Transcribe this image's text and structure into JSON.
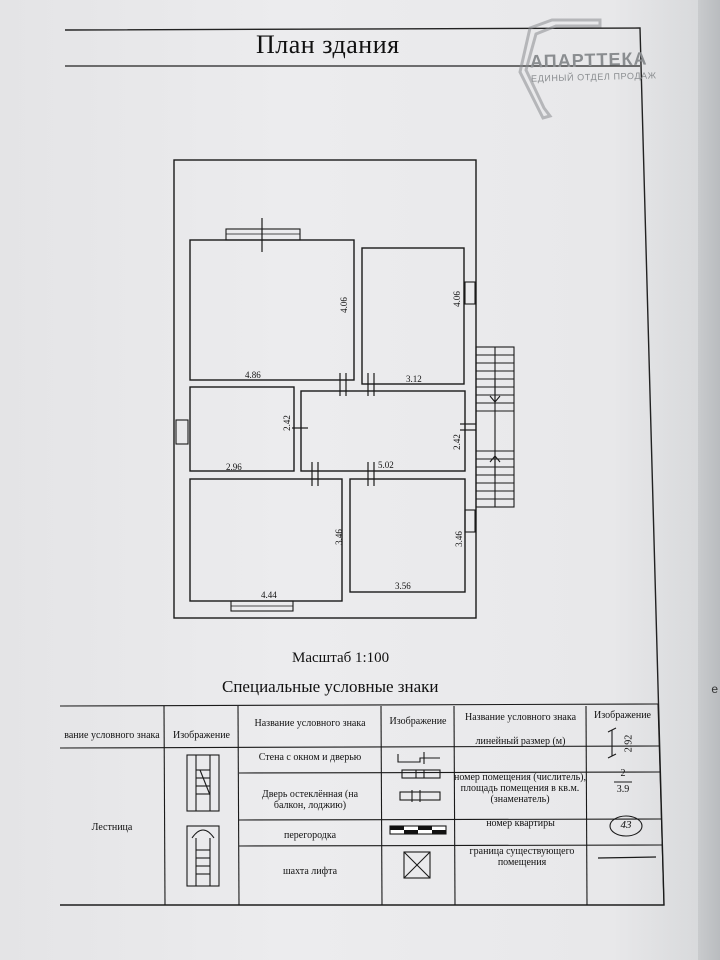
{
  "document": {
    "title": "План здания",
    "scale": "Масштаб 1:100",
    "legend_title": "Специальные условные знаки"
  },
  "watermark": {
    "brand": "АПАРТТЕКА",
    "tagline": "ЕДИНЫЙ ОТДЕЛ ПРОДАЖ"
  },
  "plan": {
    "dimensions": {
      "room1_height": "4.06",
      "room1_width": "4.86",
      "room2_height": "4.06",
      "room2_width": "3.12",
      "room3_height": "2.42",
      "room3_width": "2.96",
      "hall_height": "2.42",
      "hall_width": "5.02",
      "room5_height": "3.46",
      "room5_width": "4.44",
      "room6_height": "3.46",
      "room6_width": "3.56"
    }
  },
  "legend": {
    "headers": {
      "name_1": "вание условного знака",
      "image_1": "Изображение",
      "name_2": "Название условного знака",
      "image_2": "Изображение",
      "name_3": "Название условного знака",
      "image_3": "Изображение"
    },
    "col1": {
      "stair": "Лестница"
    },
    "col2": {
      "wall": "Стена с окном и дверью",
      "glass_door": "Дверь остеклённая (на балкон, лоджию)",
      "partition": "перегородка",
      "elevator": "шахта лифта"
    },
    "col3": {
      "linear_size": "линейный размер (м)",
      "room_number": "номер помещения (числитель), площадь помещения в кв.м. (знаменатель)",
      "apt_number": "номер квартиры",
      "boundary": "граница существующего помещения"
    },
    "col3_images": {
      "linear_size_value": "2.92",
      "room_numerator": "2",
      "room_denominator": "3.9",
      "apt_number_value": "43"
    }
  },
  "edge_mark": "е"
}
